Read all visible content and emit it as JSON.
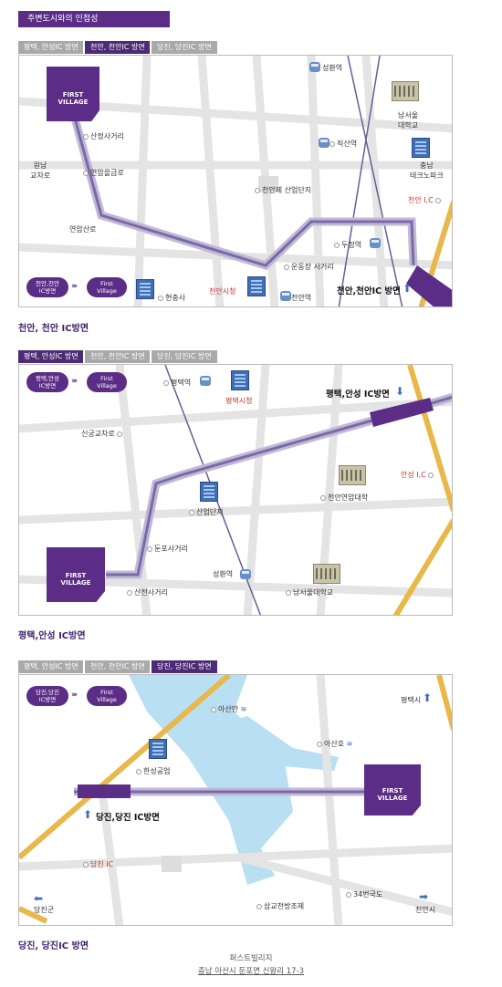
{
  "header": {
    "title": "주변도시와의 인접성"
  },
  "tabs": [
    "평택, 안성IC 방면",
    "천안, 천안IC 방면",
    "당진, 당진IC 방면"
  ],
  "pills": {
    "first_village": "First\nVillage"
  },
  "logo_text": "FIRST VILLAGE",
  "map1": {
    "caption": "천안, 천안 IC방면",
    "pill_from": "천안,천안\nIC방면",
    "labels": {
      "sanjeong": "산정사거리",
      "wonnam": "원남\n교차로",
      "yeonam_geumno": "연암을금로",
      "yeonam_sanno": "연암산로",
      "seonghwan": "성환역",
      "namseoul": "남서울\n대학교",
      "jiksan": "직산역",
      "chungnam_techno": "충남\n테크노파크",
      "industrial": "천안제 산업단지",
      "cheonan_ic": "천안 I,C",
      "dujeong": "두정역",
      "stadium": "운동장 사거리",
      "city_hall": "천안시청",
      "cheonan_st": "천안역",
      "hyeonchungsa": "현충사",
      "direction": "천안,천안IC 방면"
    }
  },
  "map2": {
    "caption": "평택,안성 IC방면",
    "pill_from": "평택,안성\nIC방면",
    "labels": {
      "pyeongtaek_st": "평택역",
      "pt_city_hall": "평택시청",
      "direction": "평택,안성 IC방면",
      "singung": "신궁교차로",
      "anseong_ic": "안성 I,C",
      "yonam_univ": "천안연암대학",
      "industrial": "산업단지",
      "dunpo": "둔포사거리",
      "seonghwan": "성환역",
      "sanjeon": "산전사거리",
      "namseoul": "남서울대학교"
    }
  },
  "map3": {
    "caption": "당진, 당진IC 방면",
    "pill_from": "당진,당진\nIC방면",
    "labels": {
      "asan_bay": "아산만",
      "pyeongtaek_city": "평택시",
      "asan_lake": "아산호",
      "hanseong": "한성공업",
      "direction": "당진,당진 IC방면",
      "dangjin_ic": "당진 IC",
      "route34": "34번국도",
      "sapgyo": "삽교천방조제",
      "dangjin_gun": "당진군",
      "cheonan_city": "천안시"
    }
  },
  "footer": {
    "name": "퍼스트빌리지",
    "address": "충남 아산시 둔포면 신왕리 17-3"
  }
}
